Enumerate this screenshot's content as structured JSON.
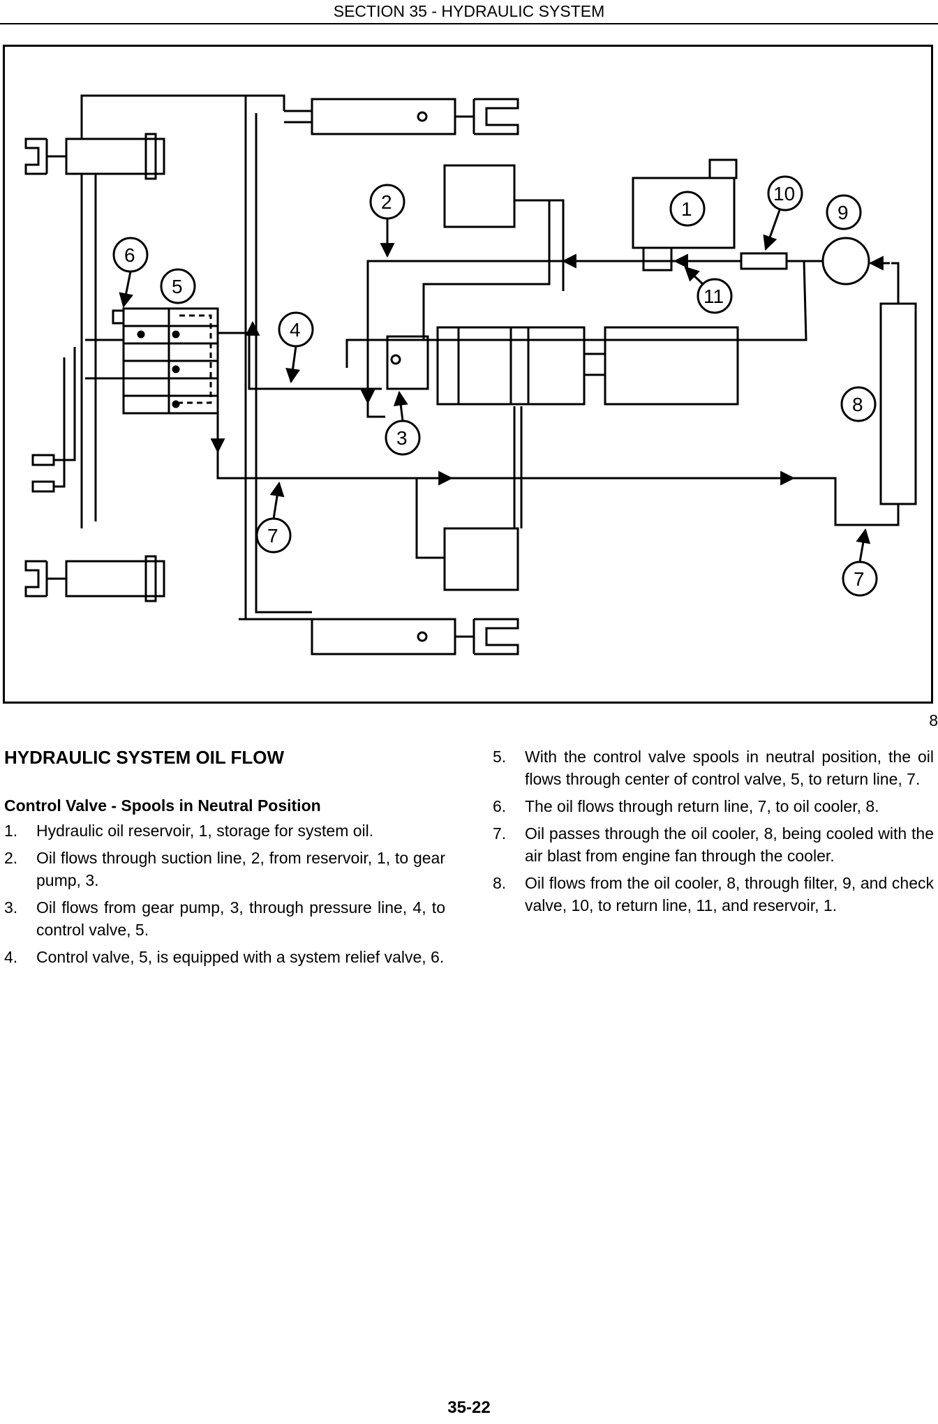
{
  "header": {
    "title": "SECTION 35 - HYDRAULIC SYSTEM"
  },
  "figure": {
    "number": "8",
    "callouts": [
      "1",
      "2",
      "3",
      "4",
      "5",
      "6",
      "7",
      "7",
      "8",
      "9",
      "10",
      "11"
    ]
  },
  "content": {
    "heading": "HYDRAULIC SYSTEM OIL FLOW",
    "subheading": "Control Valve - Spools in Neutral Position",
    "steps": [
      {
        "num": "1.",
        "text": "Hydraulic oil reservoir, 1, storage for system oil."
      },
      {
        "num": "2.",
        "text": "Oil flows through suction line, 2, from reservoir, 1, to gear pump, 3."
      },
      {
        "num": "3.",
        "text": "Oil flows from gear pump, 3, through pressure line, 4, to control valve, 5."
      },
      {
        "num": "4.",
        "text": "Control valve, 5, is equipped with a system relief valve, 6."
      },
      {
        "num": "5.",
        "text": "With the control valve spools in neutral position, the oil flows through center of control valve, 5, to return line, 7."
      },
      {
        "num": "6.",
        "text": "The oil flows through return line, 7, to oil cooler, 8."
      },
      {
        "num": "7.",
        "text": "Oil passes through the oil cooler, 8, being cooled with the air blast from engine fan through the cooler."
      },
      {
        "num": "8.",
        "text": "Oil flows from the oil cooler, 8, through filter, 9, and check valve, 10, to return line, 11, and reservoir, 1."
      }
    ]
  },
  "footer": {
    "page_number": "35-22"
  }
}
